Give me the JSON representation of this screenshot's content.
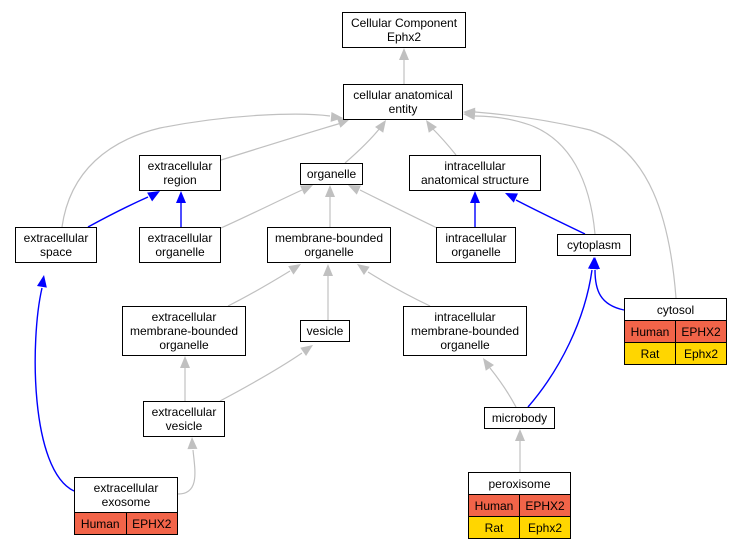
{
  "nodes": {
    "cc_ephx2": {
      "lines": [
        "Cellular Component",
        "Ephx2"
      ]
    },
    "cae": {
      "lines": [
        "cellular anatomical",
        "entity"
      ]
    },
    "ext_region": {
      "lines": [
        "extracellular",
        "region"
      ]
    },
    "organelle": {
      "lines": [
        "organelle"
      ]
    },
    "ias": {
      "lines": [
        "intracellular",
        "anatomical structure"
      ]
    },
    "ext_space": {
      "lines": [
        "extracellular",
        "space"
      ]
    },
    "ext_organelle": {
      "lines": [
        "extracellular",
        "organelle"
      ]
    },
    "mbo": {
      "lines": [
        "membrane-bounded",
        "organelle"
      ]
    },
    "int_organelle": {
      "lines": [
        "intracellular",
        "organelle"
      ]
    },
    "cytoplasm": {
      "lines": [
        "cytoplasm"
      ]
    },
    "ext_mbo": {
      "lines": [
        "extracellular",
        "membrane-bounded",
        "organelle"
      ]
    },
    "vesicle": {
      "lines": [
        "vesicle"
      ]
    },
    "int_mbo": {
      "lines": [
        "intracellular",
        "membrane-bounded",
        "organelle"
      ]
    },
    "ext_vesicle": {
      "lines": [
        "extracellular",
        "vesicle"
      ]
    },
    "microbody": {
      "lines": [
        "microbody"
      ]
    },
    "cytosol": {
      "lines": [
        "cytosol"
      ],
      "rows": [
        {
          "species": "Human",
          "gene": "EPHX2"
        },
        {
          "species": "Rat",
          "gene": "Ephx2"
        }
      ]
    },
    "exosome": {
      "lines": [
        "extracellular",
        "exosome"
      ],
      "rows": [
        {
          "species": "Human",
          "gene": "EPHX2"
        }
      ]
    },
    "peroxisome": {
      "lines": [
        "peroxisome"
      ],
      "rows": [
        {
          "species": "Human",
          "gene": "EPHX2"
        },
        {
          "species": "Rat",
          "gene": "Ephx2"
        }
      ]
    }
  },
  "legend_colors": {
    "human": "#f26449",
    "rat": "#ffd600",
    "part_of_edge": "#0000ff",
    "is_a_edge": "#c0c0c0"
  },
  "edges": [
    {
      "from": "cae",
      "to": "cc_ephx2",
      "type": "is_a"
    },
    {
      "from": "ext_region",
      "to": "cae",
      "type": "is_a"
    },
    {
      "from": "organelle",
      "to": "cae",
      "type": "is_a"
    },
    {
      "from": "ias",
      "to": "cae",
      "type": "is_a"
    },
    {
      "from": "ext_space",
      "to": "cae",
      "type": "is_a"
    },
    {
      "from": "cytoplasm",
      "to": "cae",
      "type": "is_a"
    },
    {
      "from": "cytosol",
      "to": "cae",
      "type": "is_a"
    },
    {
      "from": "ext_space",
      "to": "ext_region",
      "type": "part_of"
    },
    {
      "from": "ext_organelle",
      "to": "ext_region",
      "type": "part_of"
    },
    {
      "from": "ext_organelle",
      "to": "organelle",
      "type": "is_a"
    },
    {
      "from": "mbo",
      "to": "organelle",
      "type": "is_a"
    },
    {
      "from": "int_organelle",
      "to": "organelle",
      "type": "is_a"
    },
    {
      "from": "int_organelle",
      "to": "ias",
      "type": "part_of"
    },
    {
      "from": "cytoplasm",
      "to": "ias",
      "type": "part_of"
    },
    {
      "from": "ext_mbo",
      "to": "mbo",
      "type": "is_a"
    },
    {
      "from": "vesicle",
      "to": "mbo",
      "type": "is_a"
    },
    {
      "from": "int_mbo",
      "to": "mbo",
      "type": "is_a"
    },
    {
      "from": "ext_vesicle",
      "to": "ext_mbo",
      "type": "is_a"
    },
    {
      "from": "ext_vesicle",
      "to": "vesicle",
      "type": "is_a"
    },
    {
      "from": "microbody",
      "to": "int_mbo",
      "type": "is_a"
    },
    {
      "from": "microbody",
      "to": "cytoplasm",
      "type": "part_of"
    },
    {
      "from": "cytosol",
      "to": "cytoplasm",
      "type": "part_of"
    },
    {
      "from": "peroxisome",
      "to": "microbody",
      "type": "is_a"
    },
    {
      "from": "exosome",
      "to": "ext_vesicle",
      "type": "is_a"
    },
    {
      "from": "exosome",
      "to": "ext_space",
      "type": "part_of"
    }
  ]
}
